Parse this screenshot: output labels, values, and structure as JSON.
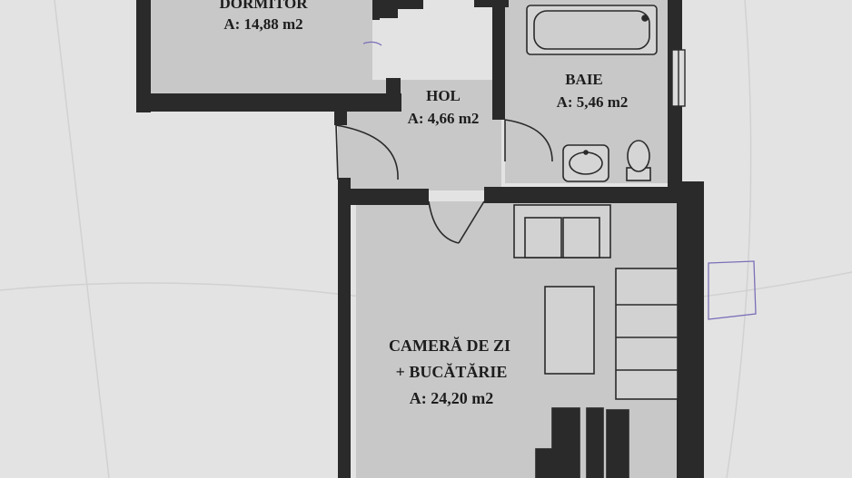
{
  "rooms": {
    "dormitor": {
      "name": "DORMITOR",
      "area": "A: 14,88 m2"
    },
    "hol": {
      "name": "HOL",
      "area": "A: 4,66 m2"
    },
    "baie": {
      "name": "BAIE",
      "area": "A: 5,46 m2"
    },
    "camera": {
      "name_line1": "CAMERĂ DE ZI",
      "name_line2": "+ BUCĂTĂRIE",
      "area": "A: 24,20 m2"
    }
  },
  "colors": {
    "paper": "#e4e3e3",
    "room_fill": "#c9c8c8",
    "wall": "#2a2a2a",
    "text": "#1d1d1d",
    "pen_ink": "#7a6fb8"
  }
}
